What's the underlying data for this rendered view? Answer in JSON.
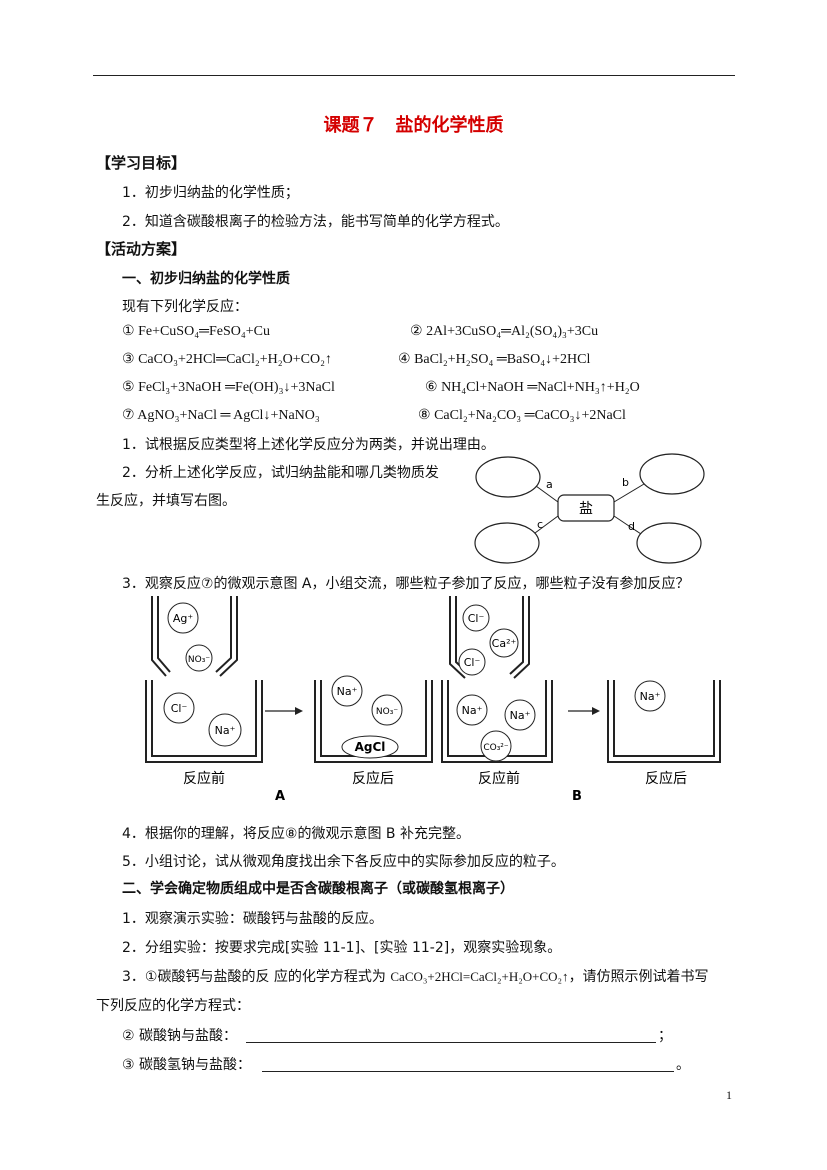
{
  "title": "课题７　盐的化学性质",
  "sections": {
    "goals": {
      "heading": "【学习目标】",
      "items": [
        "1．初步归纳盐的化学性质；",
        "2．知道含碳酸根离子的检验方法，能书写简单的化学方程式。"
      ]
    },
    "activity": {
      "heading": "【活动方案】",
      "part1_heading": "一、初步归纳盐的化学性质",
      "intro": "现有下列化学反应：",
      "q1": "1．试根据反应类型将上述化学反应分为两类，并说出理由。",
      "q2a": "2．分析上述化学反应，试归纳盐能和哪几类物质发",
      "q2b": "生反应，并填写右图。",
      "q3": "3．观察反应⑦的微观示意图 A，小组交流，哪些粒子参加了反应，哪些粒子没有参加反应？",
      "q4": "4．根据你的理解，将反应⑧的微观示意图 B 补充完整。",
      "q5": "5．小组讨论，试从微观角度找出余下各反应中的实际参加反应的粒子。",
      "part2_heading": "二、学会确定物质组成中是否含碳酸根离子（或碳酸氢根离子）",
      "p2_1": "1．观察演示实验：碳酸钙与盐酸的反应。",
      "p2_2": "2．分组实验：按要求完成[实验 11-1]、[实验 11-2]，观察实验现象。",
      "p2_3a": "3．①碳酸钙与盐酸的反 应的化学方程式为",
      "p2_3eq": "CaCO₃+2HCl=CaCl₂+H₂O+CO₂↑",
      "p2_3b": "，请仿照示例试着书写",
      "p2_3c": "下列反应的化学方程式：",
      "p2_4": "②  碳酸钠与盐酸：",
      "p2_4end": "；",
      "p2_5": "③  碳酸氢钠与盐酸：",
      "p2_5end": "。"
    }
  },
  "reactions": [
    {
      "num": "①",
      "eq": "Fe+CuSO₄═FeSO₄+Cu"
    },
    {
      "num": "②",
      "eq": "2Al+3CuSO₄═Al₂(SO₄)₃+3Cu"
    },
    {
      "num": "③",
      "eq": "CaCO₃+2HCl═CaCl₂+H₂O+CO₂↑"
    },
    {
      "num": "④",
      "eq": "BaCl₂+H₂SO₄ ═BaSO₄↓+2HCl"
    },
    {
      "num": "⑤",
      "eq": "FeCl₃+3NaOH ═Fe(OH)₃↓+3NaCl"
    },
    {
      "num": "⑥",
      "eq": "NH₄Cl+NaOH ═NaCl+NH₃↑+H₂O"
    },
    {
      "num": "⑦",
      "eq": "AgNO₃+NaCl ═ AgCl↓+NaNO₃"
    },
    {
      "num": "⑧",
      "eq": "CaCl₂+Na₂CO₃ ═CaCO₃↓+2NaCl"
    }
  ],
  "mindmap": {
    "center": "盐",
    "labels": [
      "a",
      "b",
      "c",
      "d"
    ]
  },
  "diagram": {
    "A": {
      "label": "A",
      "before": "反应前",
      "after": "反应后",
      "dropper": [
        "Ag⁺",
        "NO₃⁻"
      ],
      "beaker_before": [
        "Cl⁻",
        "Na⁺"
      ],
      "beaker_after": [
        "Na⁺",
        "NO₃⁻",
        "AgCl"
      ]
    },
    "B": {
      "label": "B",
      "before": "反应前",
      "after": "反应后",
      "dropper": [
        "Cl⁻",
        "Ca²⁺",
        "Cl⁻"
      ],
      "beaker_before": [
        "Na⁺",
        "Na⁺",
        "CO₃²⁻"
      ],
      "beaker_after": [
        "Na⁺"
      ]
    }
  },
  "page_number": "1"
}
